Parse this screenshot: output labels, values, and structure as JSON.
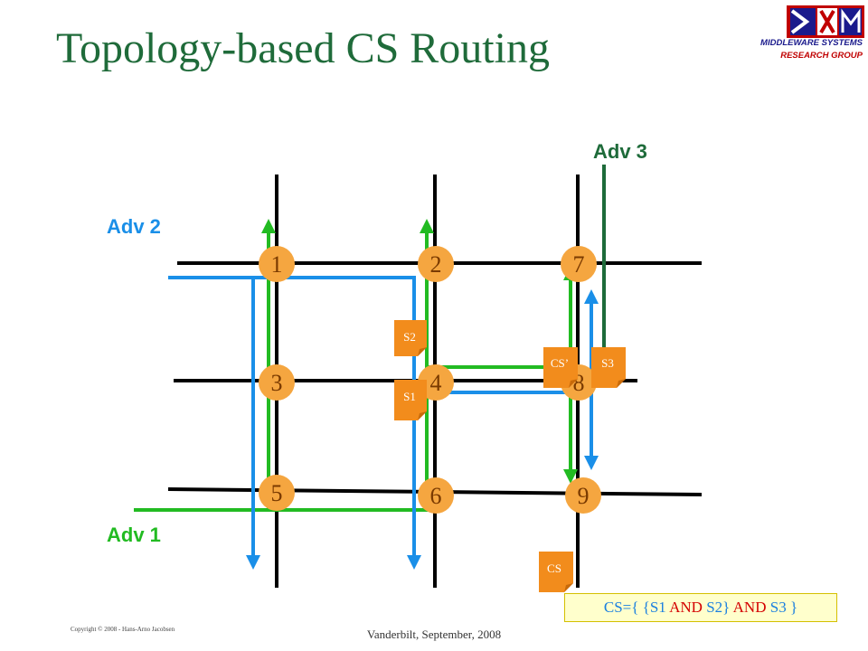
{
  "title": "Topology-based CS Routing",
  "logo": {
    "line1": "MIDDLEWARE SYSTEMS",
    "line2": "RESEARCH GROUP"
  },
  "nodes": [
    "1",
    "2",
    "7",
    "3",
    "4",
    "8",
    "5",
    "6",
    "9"
  ],
  "adv_labels": {
    "adv1": "Adv 1",
    "adv2": "Adv 2",
    "adv3": "Adv 3"
  },
  "notes": {
    "s1": "S1",
    "s2": "S2",
    "s3": "S3",
    "cs_prime": "CS’",
    "cs": "CS"
  },
  "cs_expression": {
    "p1": "CS={ {S1 ",
    "and1": "AND",
    "p2": " S2} ",
    "and2": "AND",
    "p3": " S3 }"
  },
  "footer": {
    "copyright": "Copyright © 2008 - Hans-Arno Jacobsen",
    "venue": "Vanderbilt, September, 2008"
  },
  "colors": {
    "title": "#1f6b3a",
    "adv1": "#22bb22",
    "adv2": "#1a8fe8",
    "adv3": "#1e6b3a",
    "node": "#f5a640",
    "note": "#f28c1c",
    "grid": "#000000"
  }
}
